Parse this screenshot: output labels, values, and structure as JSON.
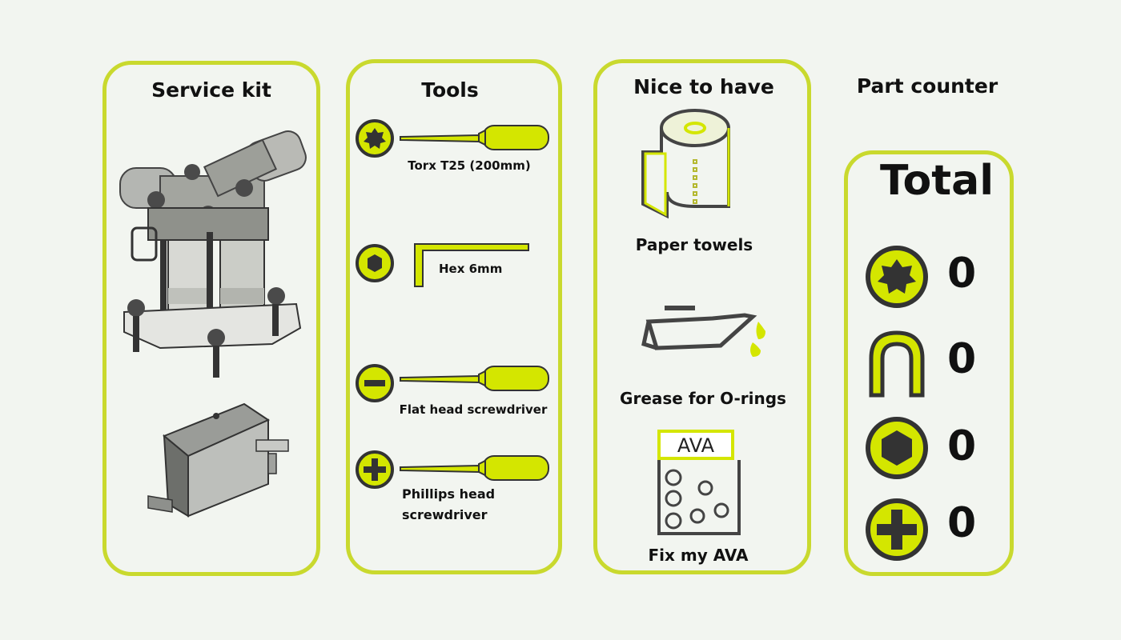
{
  "accent_color": "#d4e600",
  "border_color": "#c9d92e",
  "service_kit": {
    "title": "Service kit",
    "items": [
      {
        "icon": "pump-head-assembly-image"
      },
      {
        "icon": "valve-box-assembly-image"
      }
    ]
  },
  "tools": {
    "title": "Tools",
    "items": [
      {
        "icon": "torx-icon",
        "label": "Torx T25 (200mm)"
      },
      {
        "icon": "hex-icon",
        "label": "Hex 6mm"
      },
      {
        "icon": "flat-head-icon",
        "label": "Flat head screwdriver"
      },
      {
        "icon": "phillips-icon",
        "label_line1": "Phillips head",
        "label_line2": "screwdriver"
      }
    ]
  },
  "nice_to_have": {
    "title": "Nice to have",
    "items": [
      {
        "icon": "paper-towel-icon",
        "label": "Paper towels"
      },
      {
        "icon": "oil-can-icon",
        "label": "Grease for O-rings"
      },
      {
        "icon": "ava-kit-icon",
        "box_text": "AVA",
        "label": "Fix my AVA"
      }
    ]
  },
  "part_counter": {
    "title": "Part counter",
    "total_label": "Total",
    "counters": [
      {
        "icon": "torx-icon",
        "value": "0"
      },
      {
        "icon": "u-clip-icon",
        "value": "0"
      },
      {
        "icon": "hex-icon",
        "value": "0"
      },
      {
        "icon": "phillips-icon",
        "value": "0"
      }
    ]
  }
}
